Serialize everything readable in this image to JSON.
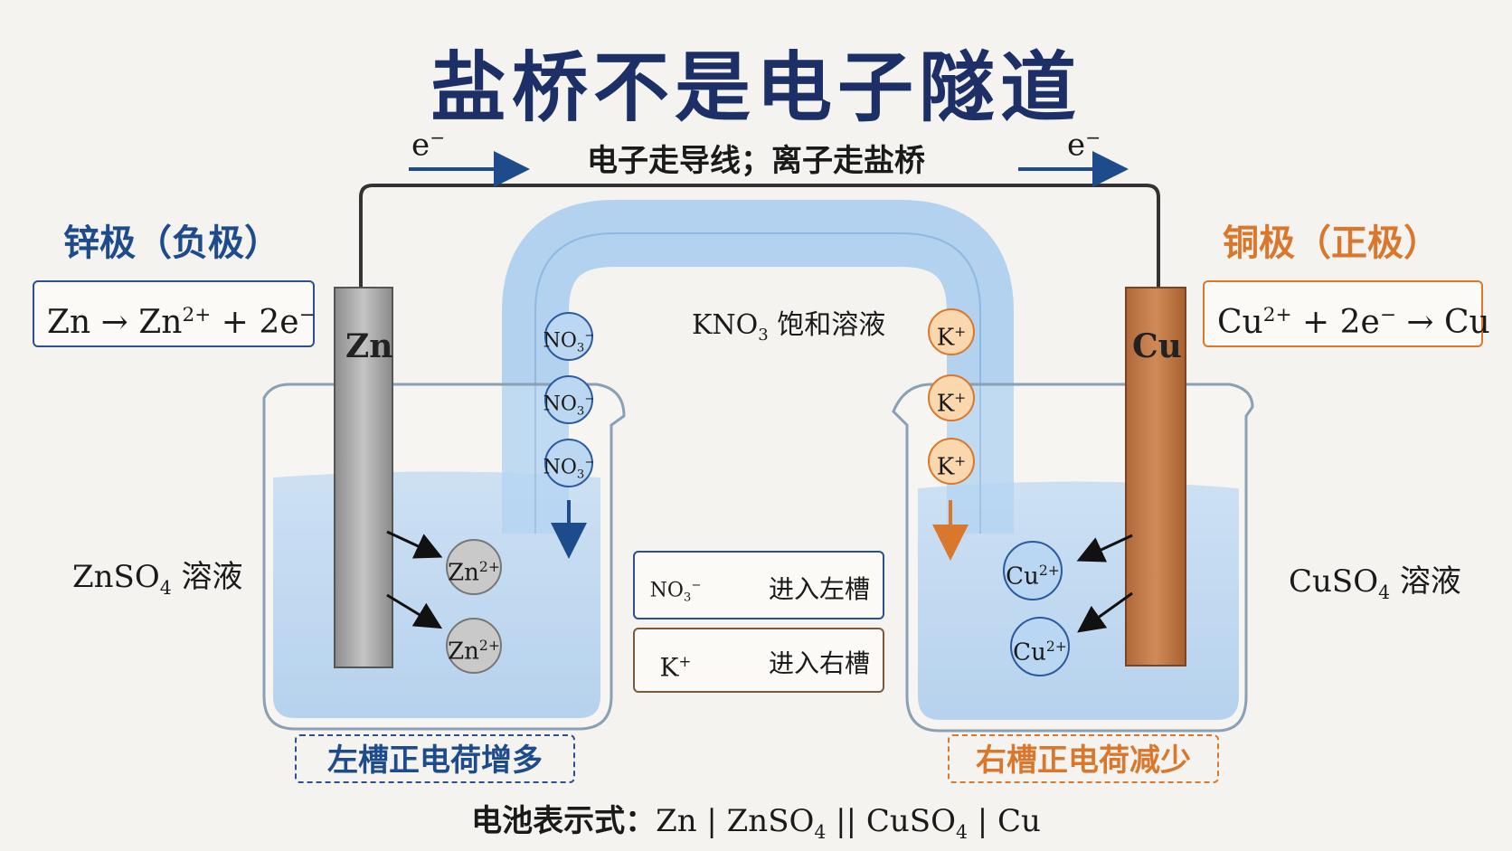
{
  "title": "盐桥不是电子隧道",
  "subtitle": "电子走导线；离子走盐桥",
  "electron_symbol": "e",
  "electron_charge": "−",
  "left_electrode": {
    "label": "锌极（负极）",
    "equation": {
      "a": "Zn → Zn",
      "a_sup": "2+",
      "b": " + 2e",
      "b_sup": "−"
    },
    "metal": "Zn",
    "solution": {
      "base": "ZnSO",
      "sub": "4",
      "rest": " 溶液"
    },
    "ion": {
      "base": "Zn",
      "sup": "2+"
    },
    "charge_note": "左槽正电荷增多"
  },
  "right_electrode": {
    "label": "铜极（正极）",
    "equation": {
      "a": "Cu",
      "a_sup": "2+",
      "b": " + 2e",
      "b_sup": "−",
      "c": " → Cu"
    },
    "metal": "Cu",
    "solution": {
      "base": "CuSO",
      "sub": "4",
      "rest": " 溶液"
    },
    "ion": {
      "base": "Cu",
      "sup": "2+"
    },
    "charge_note": "右槽正电荷减少"
  },
  "salt_bridge": {
    "label": {
      "a": "KNO",
      "sub": "3",
      "b": " 饱和溶液"
    },
    "anion": {
      "base": "NO",
      "sub": "3",
      "sup": "−"
    },
    "cation": {
      "base": "K",
      "sup": "+"
    }
  },
  "legend": {
    "anion_text": "进入左槽",
    "cation_text": "进入右槽"
  },
  "notation": {
    "label": "电池表示式：",
    "formula": {
      "a": "Zn | ZnSO",
      "s1": "4",
      "b": " || CuSO",
      "s2": "4",
      "c": " | Cu"
    }
  },
  "colors": {
    "navy": "#1c2f66",
    "blue": "#1e4b8c",
    "orange": "#d9782d",
    "copper": "#c07a48",
    "zinc": "#a7a7a7",
    "solution": "#a9cbeb"
  }
}
